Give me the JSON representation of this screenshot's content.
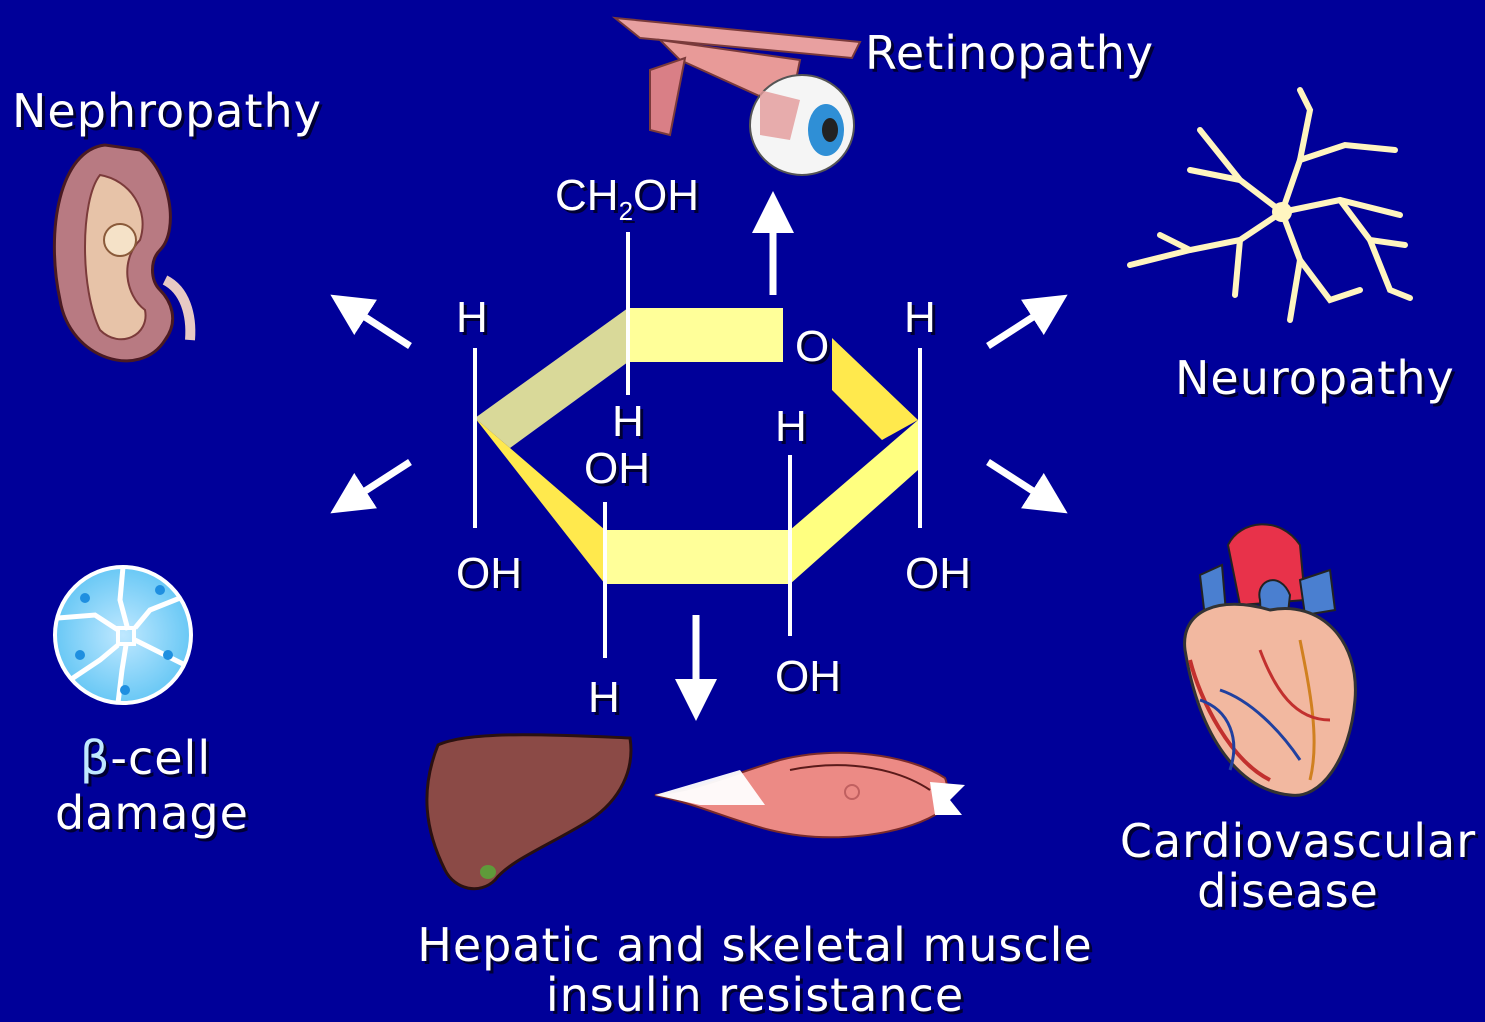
{
  "labels": {
    "retinopathy": "Retinopathy",
    "nephropathy": "Nephropathy",
    "neuropathy": "Neuropathy",
    "beta_symbol": "β",
    "beta_cell": "-cell",
    "beta_damage": "damage",
    "cardio_line1": "Cardiovascular",
    "cardio_line2": "disease",
    "insulin_line1": "Hepatic and skeletal muscle",
    "insulin_line2": "insulin resistance"
  },
  "molecule": {
    "ch2oh_prefix": "CH",
    "ch2oh_sub": "2",
    "ch2oh_suffix": "OH",
    "ring_oxygen": "O",
    "c5_h": "H",
    "c1_h": "H",
    "c4_h": "H",
    "c4_oh": "OH",
    "c3_oh": "OH",
    "c3_h": "H",
    "c2_h": "H",
    "c2_oh": "OH",
    "c1_oh": "OH"
  },
  "icons": [
    "eye-icon",
    "kidney-icon",
    "neuron-icon",
    "beta-cell-icon",
    "heart-icon",
    "liver-icon",
    "muscle-icon"
  ],
  "colors": {
    "background": "#000099",
    "ring": "#ffff99",
    "text": "#ffffff",
    "arrow": "#ffffff"
  }
}
